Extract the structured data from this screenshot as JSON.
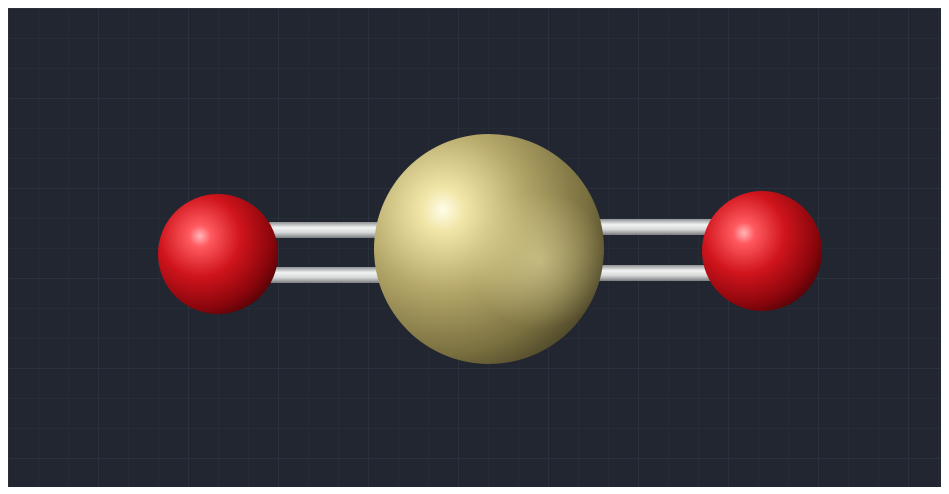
{
  "scene": {
    "background_color": "#212630",
    "grid_minor_color": "#2b313b",
    "grid_major_color": "#353c47",
    "bond_color": "#c9cbcc",
    "atoms": [
      {
        "name": "oxygen-atom-left",
        "color": "#c8101a"
      },
      {
        "name": "central-atom",
        "color": "#a89a5c"
      },
      {
        "name": "oxygen-atom-right",
        "color": "#c8101a"
      }
    ],
    "bonds": [
      {
        "name": "double-bond-left",
        "order": 2
      },
      {
        "name": "double-bond-right",
        "order": 2
      }
    ]
  }
}
